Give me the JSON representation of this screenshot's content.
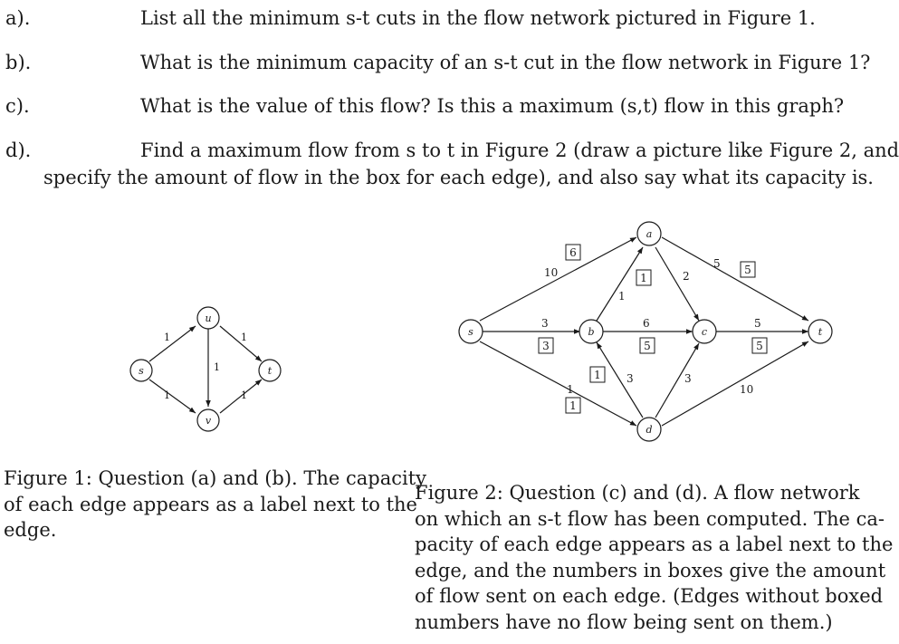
{
  "questions": [
    {
      "label": "a).",
      "text": "List all the minimum s-t cuts in the flow network pictured in Figure 1."
    },
    {
      "label": "b).",
      "text": "What is the minimum capacity of an s-t cut in the flow network in Figure 1?"
    },
    {
      "label": "c).",
      "text": "What is the value of this flow? Is this a maximum (s,t) flow in this graph?"
    },
    {
      "label": "d).",
      "text": "Find a maximum flow from s to t in Figure 2 (draw a picture like Figure 2, and",
      "continuation": "specify the amount of flow in the box for each edge), and also say what its capacity is."
    }
  ],
  "figure1": {
    "caption_lines": [
      "Figure 1: Question (a) and (b). The capacity",
      "of each edge appears as a label next to the",
      "edge."
    ],
    "nodes": {
      "s": "s",
      "u": "u",
      "v": "v",
      "t": "t"
    },
    "edges": [
      {
        "from": "s",
        "to": "u",
        "capacity": "1"
      },
      {
        "from": "s",
        "to": "v",
        "capacity": "1"
      },
      {
        "from": "u",
        "to": "v",
        "capacity": "1"
      },
      {
        "from": "u",
        "to": "t",
        "capacity": "1"
      },
      {
        "from": "v",
        "to": "t",
        "capacity": "1"
      }
    ]
  },
  "figure2": {
    "caption_lines": [
      "Figure 2: Question (c) and (d). A flow network",
      "on which an s-t flow has been computed. The ca-",
      "pacity of each edge appears as a label next to the",
      "edge, and the numbers in boxes give the amount",
      "of flow sent on each edge. (Edges without boxed",
      "numbers have no flow being sent on them.)"
    ],
    "nodes": {
      "s": "s",
      "a": "a",
      "b": "b",
      "c": "c",
      "d": "d",
      "t": "t"
    },
    "edges": [
      {
        "from": "s",
        "to": "a",
        "capacity": "10",
        "flow": "6"
      },
      {
        "from": "s",
        "to": "b",
        "capacity": "3",
        "flow": "3"
      },
      {
        "from": "s",
        "to": "d",
        "capacity": "1",
        "flow": "1"
      },
      {
        "from": "b",
        "to": "a",
        "capacity": "1",
        "flow": "1"
      },
      {
        "from": "a",
        "to": "c",
        "capacity": "2",
        "flow": ""
      },
      {
        "from": "a",
        "to": "t",
        "capacity": "5",
        "flow": "5"
      },
      {
        "from": "b",
        "to": "c",
        "capacity": "6",
        "flow": "5"
      },
      {
        "from": "c",
        "to": "t",
        "capacity": "5",
        "flow": "5"
      },
      {
        "from": "d",
        "to": "b",
        "capacity": "3",
        "flow": "1"
      },
      {
        "from": "d",
        "to": "c",
        "capacity": "3",
        "flow": ""
      },
      {
        "from": "d",
        "to": "t",
        "capacity": "10",
        "flow": ""
      }
    ]
  }
}
